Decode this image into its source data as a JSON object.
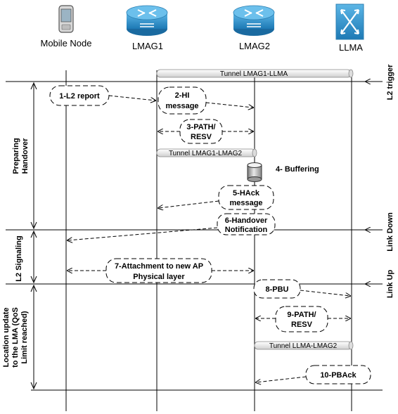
{
  "nodes": {
    "mobile_node": "Mobile Node",
    "lmag1": "LMAG1",
    "lmag2": "LMAG2",
    "llma": "LLMA"
  },
  "tunnels": {
    "lmag1_llma": "Tunnel LMAG1-LLMA",
    "lmag1_lmag2": "Tunnel LMAG1-LMAG2",
    "llma_lmag2": "Tunnel LLMA-LMAG2"
  },
  "messages": {
    "m1": "1-L2 report",
    "m2_l1": "2-HI",
    "m2_l2": "message",
    "m3_l1": "3-PATH/",
    "m3_l2": "RESV",
    "m4": "4- Buffering",
    "m5_l1": "5-HAck",
    "m5_l2": "message",
    "m6_l1": "6-Handover",
    "m6_l2": "Notification",
    "m7_l1": "7-Attachment to new AP",
    "m7_l2": "Physical layer",
    "m8": "8-PBU",
    "m9_l1": "9-PATH/",
    "m9_l2": "RESV",
    "m10": "10-PBAck"
  },
  "triggers": {
    "l2_trigger": "L2 trigger",
    "link_down": "Link Down",
    "link_up": "Link Up"
  },
  "phases": {
    "preparing_l1": "Preparing",
    "preparing_l2": "Handover",
    "l2_signaling": "L2 Signaling",
    "location_l1": "Location update",
    "location_l2": "to the LMA (QoS",
    "location_l3": "Limit reached)"
  },
  "colors": {
    "router_blue": "#2a8fc9",
    "switch_blue": "#1f86c4"
  },
  "icons": [
    "phone-icon",
    "router-icon",
    "router-icon",
    "switch-icon"
  ]
}
